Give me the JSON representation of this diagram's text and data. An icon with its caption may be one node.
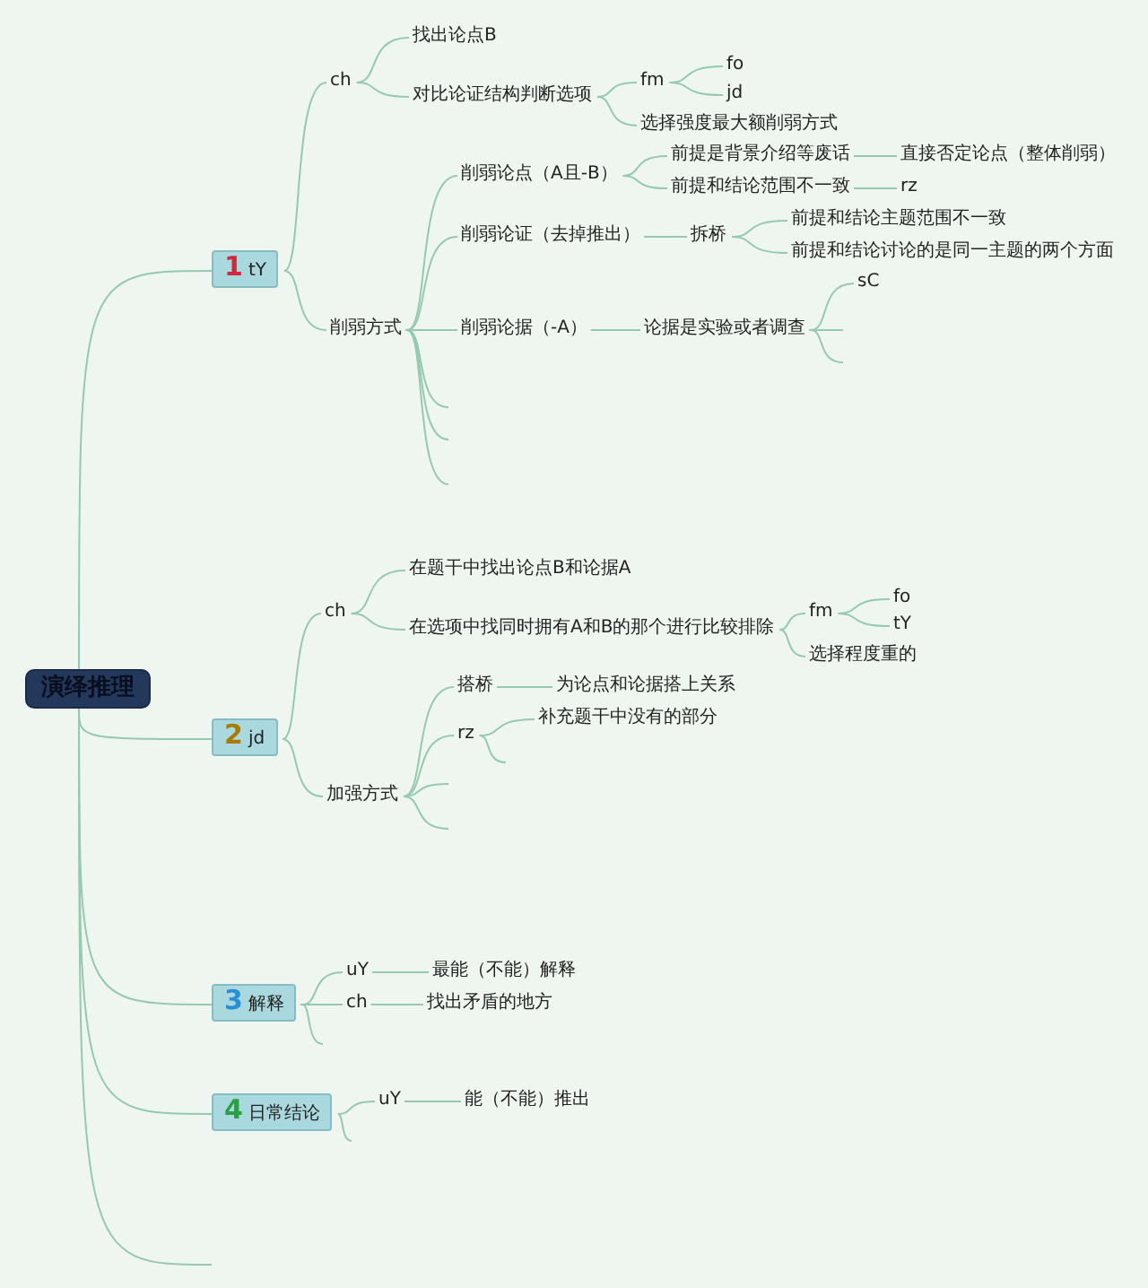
{
  "diagram": {
    "nodes": [
      {
        "text": [
          "演绎推理"
        ]
      },
      {
        "text": [
          "1",
          "tY"
        ]
      },
      {
        "text": [
          "ch"
        ]
      },
      {
        "text": [
          "找出论点B"
        ]
      },
      {
        "text": [
          "对比论证结构判断选项"
        ]
      },
      {
        "text": [
          "fm"
        ]
      },
      {
        "text": [
          "fo"
        ]
      },
      {
        "text": [
          "jd"
        ]
      },
      {
        "text": [
          "选择强度最大额削弱方式"
        ]
      },
      {
        "text": [
          "削弱方式"
        ]
      },
      {
        "text": [
          "削弱论点（A且-B）"
        ]
      },
      {
        "text": [
          "前提是背景介绍等废话"
        ]
      },
      {
        "text": [
          "直接否定论点（整体削弱）"
        ]
      },
      {
        "text": [
          "前提和结论范围不一致"
        ]
      },
      {
        "text": [
          "rz"
        ]
      },
      {
        "text": [
          "削弱论证（去掉推出）"
        ]
      },
      {
        "text": [
          "拆桥"
        ]
      },
      {
        "text": [
          "前提和结论主题范围不一致"
        ]
      },
      {
        "text": [
          "前提和结论讨论的是同一主题的两个方面"
        ]
      },
      {
        "text": [
          "削弱论据（-A）"
        ]
      },
      {
        "text": [
          "论据是实验或者调查"
        ]
      },
      {
        "text": [
          "sC"
        ]
      },
      {
        "text": [
          "2",
          "jd"
        ]
      },
      {
        "text": [
          "ch"
        ]
      },
      {
        "text": [
          "在题干中找出论点B和论据A"
        ]
      },
      {
        "text": [
          "在选项中找同时拥有A和B的那个进行比较排除"
        ]
      },
      {
        "text": [
          "fm"
        ]
      },
      {
        "text": [
          "fo"
        ]
      },
      {
        "text": [
          "tY"
        ]
      },
      {
        "text": [
          "选择程度重的"
        ]
      },
      {
        "text": [
          "加强方式"
        ]
      },
      {
        "text": [
          "搭桥"
        ]
      },
      {
        "text": [
          "为论点和论据搭上关系"
        ]
      },
      {
        "text": [
          "rz"
        ]
      },
      {
        "text": [
          "补充题干中没有的部分"
        ]
      },
      {
        "text": [
          "3",
          "解释"
        ]
      },
      {
        "text": [
          "uY"
        ]
      },
      {
        "text": [
          "最能（不能）解释"
        ]
      },
      {
        "text": [
          "ch"
        ]
      },
      {
        "text": [
          "找出矛盾的地方"
        ]
      },
      {
        "text": [
          "4",
          "日常结论"
        ]
      },
      {
        "text": [
          "uY"
        ]
      },
      {
        "text": [
          "能（不能）推出"
        ]
      }
    ],
    "edges": [
      {
        "from": 0,
        "to": 1,
        "arrow": "none"
      },
      {
        "from": 1,
        "to": 2,
        "arrow": "none"
      },
      {
        "from": 2,
        "to": 3,
        "arrow": "none"
      },
      {
        "from": 2,
        "to": 4,
        "arrow": "none"
      },
      {
        "from": 4,
        "to": 5,
        "arrow": "none"
      },
      {
        "from": 5,
        "to": 6,
        "arrow": "none"
      },
      {
        "from": 5,
        "to": 7,
        "arrow": "none"
      },
      {
        "from": 4,
        "to": 8,
        "arrow": "none"
      },
      {
        "from": 1,
        "to": 9,
        "arrow": "none"
      },
      {
        "from": 9,
        "to": 10,
        "arrow": "none"
      },
      {
        "from": 10,
        "to": 11,
        "arrow": "none"
      },
      {
        "from": 11,
        "to": 12,
        "arrow": "none"
      },
      {
        "from": 10,
        "to": 13,
        "arrow": "none"
      },
      {
        "from": 13,
        "to": 14,
        "arrow": "none"
      },
      {
        "from": 9,
        "to": 15,
        "arrow": "none"
      },
      {
        "from": 15,
        "to": 16,
        "arrow": "none"
      },
      {
        "from": 16,
        "to": 17,
        "arrow": "none"
      },
      {
        "from": 16,
        "to": 18,
        "arrow": "none"
      },
      {
        "from": 9,
        "to": 19,
        "arrow": "none"
      },
      {
        "from": 19,
        "to": 20,
        "arrow": "none"
      },
      {
        "from": 20,
        "to": 21,
        "arrow": "none"
      },
      {
        "from": 20,
        "to": null,
        "arrow": "none"
      },
      {
        "from": 20,
        "to": null,
        "arrow": "none"
      },
      {
        "from": 9,
        "to": null,
        "arrow": "none"
      },
      {
        "from": 9,
        "to": null,
        "arrow": "none"
      },
      {
        "from": 9,
        "to": null,
        "arrow": "none"
      },
      {
        "from": 0,
        "to": 22,
        "arrow": "none"
      },
      {
        "from": 22,
        "to": 23,
        "arrow": "none"
      },
      {
        "from": 23,
        "to": 24,
        "arrow": "none"
      },
      {
        "from": 23,
        "to": 25,
        "arrow": "none"
      },
      {
        "from": 25,
        "to": 26,
        "arrow": "none"
      },
      {
        "from": 26,
        "to": 27,
        "arrow": "none"
      },
      {
        "from": 26,
        "to": 28,
        "arrow": "none"
      },
      {
        "from": 25,
        "to": 29,
        "arrow": "none"
      },
      {
        "from": 22,
        "to": 30,
        "arrow": "none"
      },
      {
        "from": 30,
        "to": 31,
        "arrow": "none"
      },
      {
        "from": 31,
        "to": 32,
        "arrow": "none"
      },
      {
        "from": 30,
        "to": 33,
        "arrow": "none"
      },
      {
        "from": 33,
        "to": 34,
        "arrow": "none"
      },
      {
        "from": 33,
        "to": null,
        "arrow": "none"
      },
      {
        "from": 30,
        "to": null,
        "arrow": "none"
      },
      {
        "from": 30,
        "to": null,
        "arrow": "none"
      },
      {
        "from": 0,
        "to": 35,
        "arrow": "none"
      },
      {
        "from": 35,
        "to": 36,
        "arrow": "none"
      },
      {
        "from": 36,
        "to": 37,
        "arrow": "none"
      },
      {
        "from": 35,
        "to": 38,
        "arrow": "none"
      },
      {
        "from": 38,
        "to": 39,
        "arrow": "none"
      },
      {
        "from": 35,
        "to": null,
        "arrow": "none"
      },
      {
        "from": 0,
        "to": 40,
        "arrow": "none"
      },
      {
        "from": 40,
        "to": 41,
        "arrow": "none"
      },
      {
        "from": 41,
        "to": 42,
        "arrow": "none"
      },
      {
        "from": 40,
        "to": null,
        "arrow": "none"
      },
      {
        "from": 0,
        "to": null,
        "arrow": "none"
      }
    ]
  }
}
